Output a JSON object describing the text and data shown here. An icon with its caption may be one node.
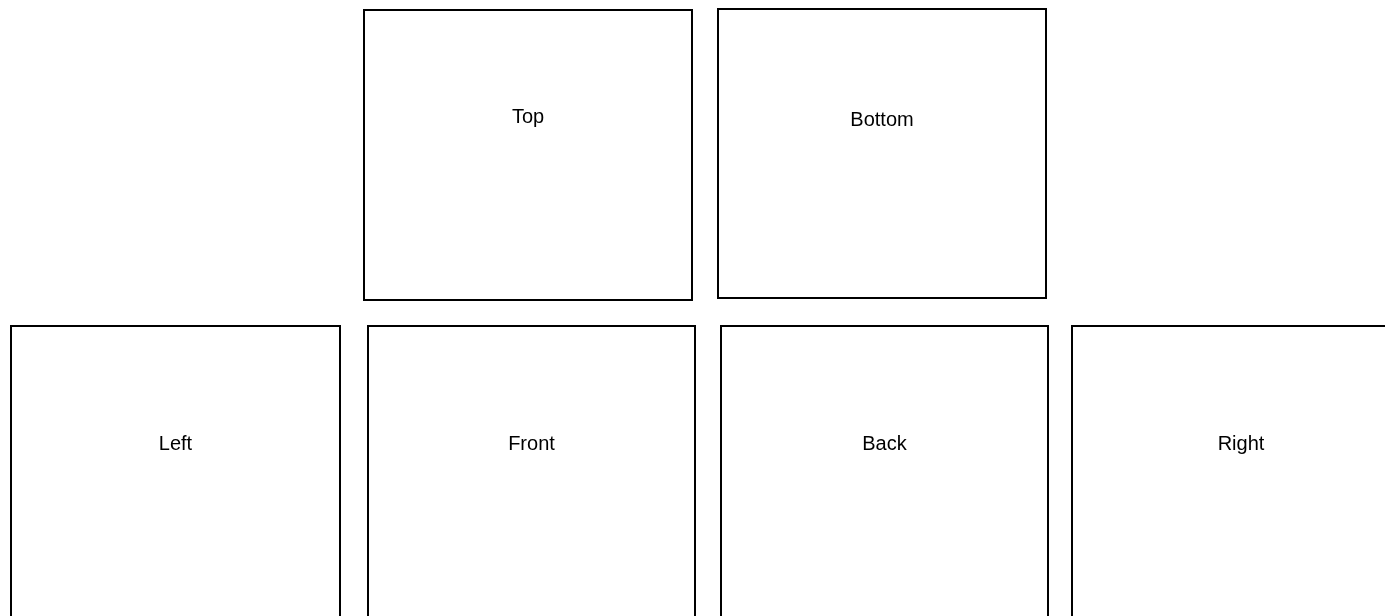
{
  "diagram": {
    "nodes": [
      {
        "text": [
          "Top"
        ]
      },
      {
        "text": [
          "Bottom"
        ]
      },
      {
        "text": [
          "Left"
        ]
      },
      {
        "text": [
          "Front"
        ]
      },
      {
        "text": [
          "Back"
        ]
      },
      {
        "text": [
          "Right"
        ]
      }
    ]
  }
}
